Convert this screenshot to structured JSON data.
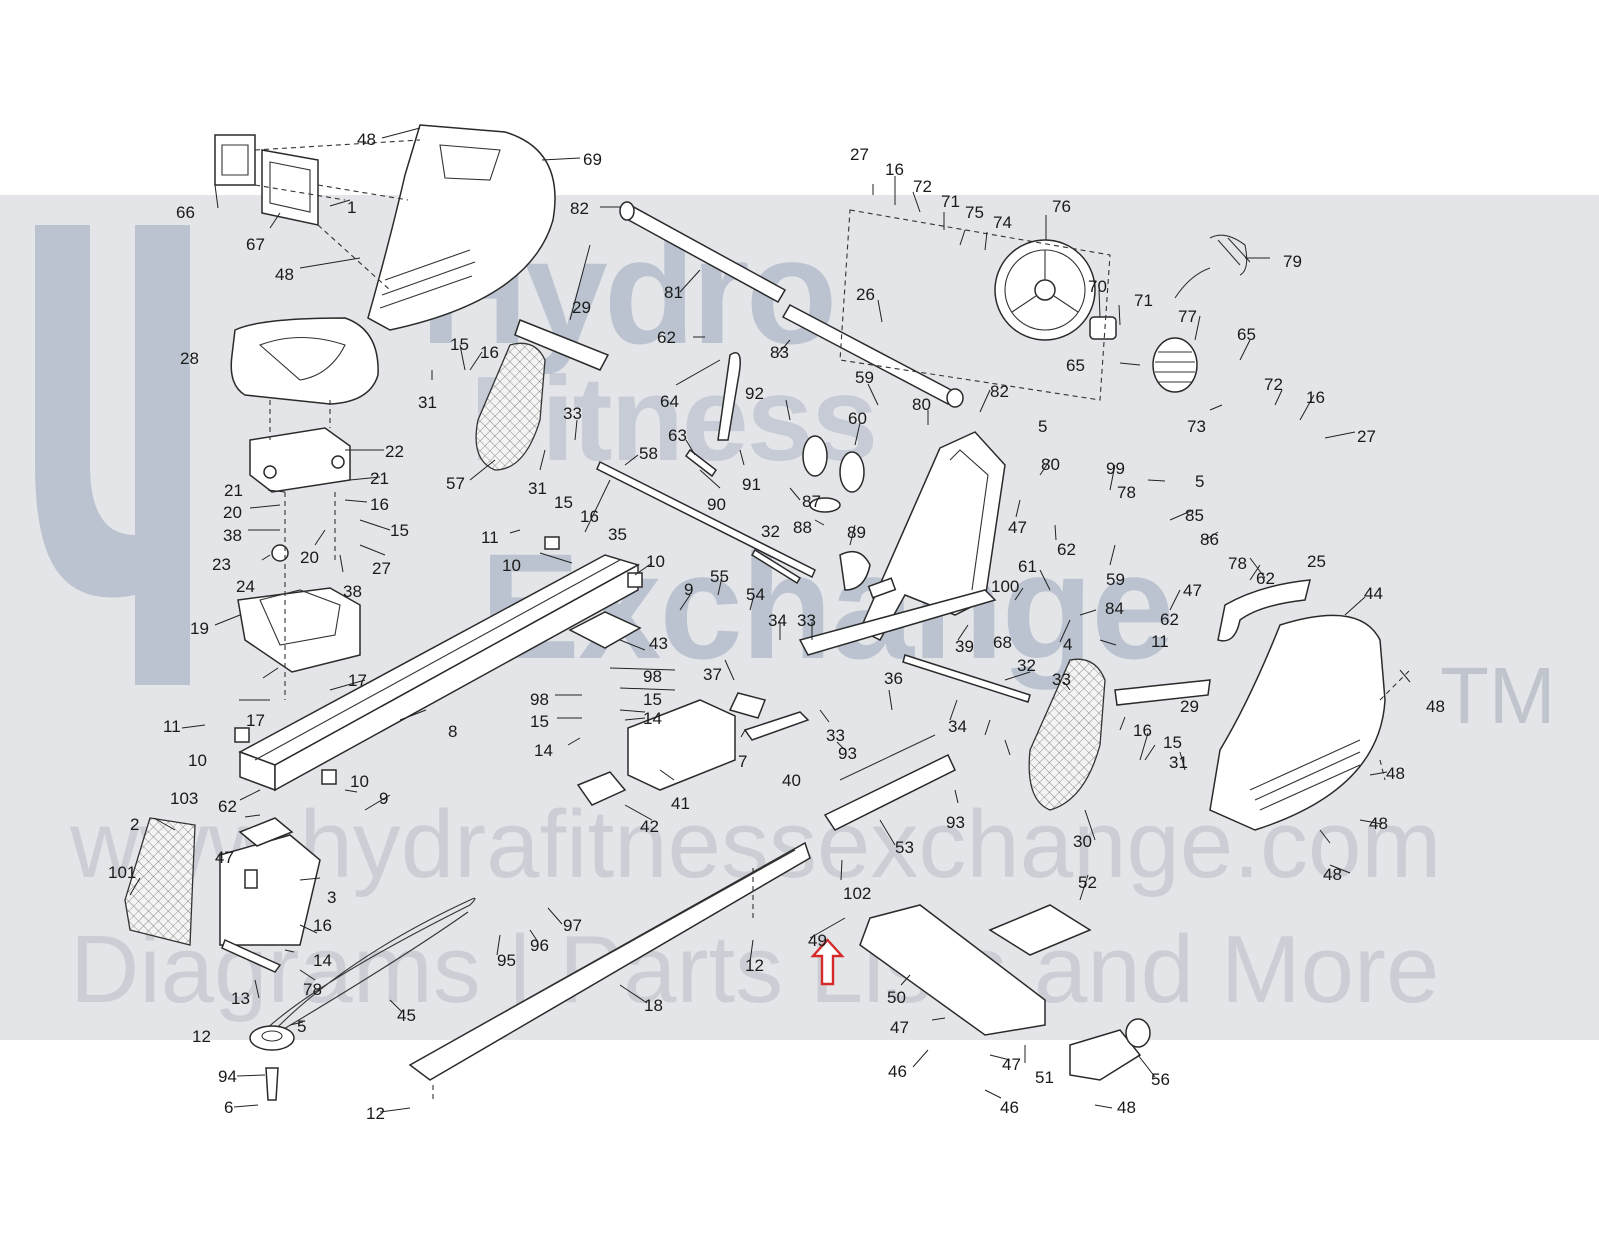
{
  "watermark": {
    "brand_line1": "Hydro",
    "brand_line2": "Fitness",
    "brand_line3": "Exchange",
    "trademark": "TM",
    "url": "www.hydrafitnessexchange.com",
    "tagline": "Diagrams | Parts Lists and More"
  },
  "callouts": [
    "48",
    "69",
    "66",
    "67",
    "1",
    "48",
    "27",
    "16",
    "72",
    "71",
    "75",
    "74",
    "76",
    "79",
    "82",
    "81",
    "26",
    "70",
    "71",
    "77",
    "65",
    "65",
    "29",
    "62",
    "83",
    "28",
    "15",
    "16",
    "31",
    "64",
    "59",
    "80",
    "82",
    "5",
    "73",
    "72",
    "16",
    "27",
    "92",
    "60",
    "33",
    "63",
    "91",
    "80",
    "99",
    "5",
    "78",
    "85",
    "86",
    "57",
    "31",
    "58",
    "90",
    "87",
    "88",
    "89",
    "47",
    "62",
    "59",
    "47",
    "62",
    "78",
    "15",
    "16",
    "22",
    "21",
    "21",
    "16",
    "20",
    "15",
    "38",
    "20",
    "27",
    "23",
    "24",
    "38",
    "11",
    "10",
    "10",
    "9",
    "55",
    "54",
    "32",
    "34",
    "33",
    "100",
    "68",
    "61",
    "84",
    "11",
    "4",
    "62",
    "25",
    "44",
    "35",
    "19",
    "17",
    "43",
    "98",
    "98",
    "15",
    "15",
    "14",
    "14",
    "37",
    "36",
    "32",
    "33",
    "39",
    "17",
    "11",
    "10",
    "8",
    "7",
    "33",
    "34",
    "40",
    "93",
    "16",
    "15",
    "31",
    "29",
    "48",
    "10",
    "9",
    "103",
    "41",
    "62",
    "42",
    "30",
    "93",
    "53",
    "48",
    "48",
    "47",
    "2",
    "3",
    "101",
    "16",
    "14",
    "78",
    "13",
    "12",
    "97",
    "96",
    "95",
    "12",
    "45",
    "5",
    "18",
    "102",
    "49",
    "52",
    "50",
    "47",
    "46",
    "51",
    "47",
    "46",
    "56",
    "48",
    "94",
    "6",
    "12",
    "48"
  ],
  "arrow": {
    "color": "#d42a2a",
    "shape": "hollow-up-arrow"
  }
}
